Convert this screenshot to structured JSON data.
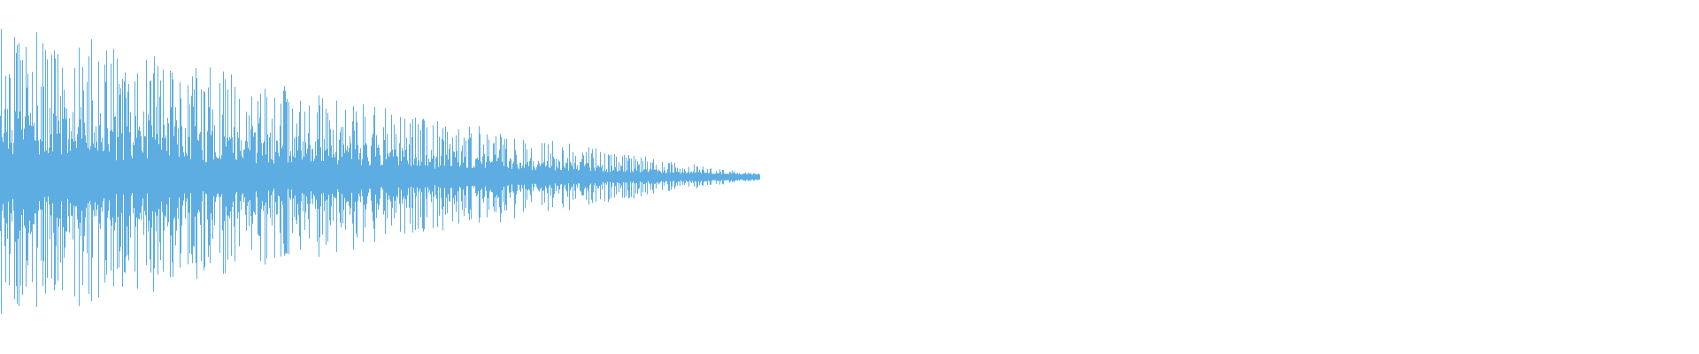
{
  "waveform": {
    "color": "#5DADE2",
    "background": "#FFFFFF",
    "filled_fraction": 0.447,
    "peak_amplitude": 0.83,
    "tail_amplitude": 0.02
  }
}
